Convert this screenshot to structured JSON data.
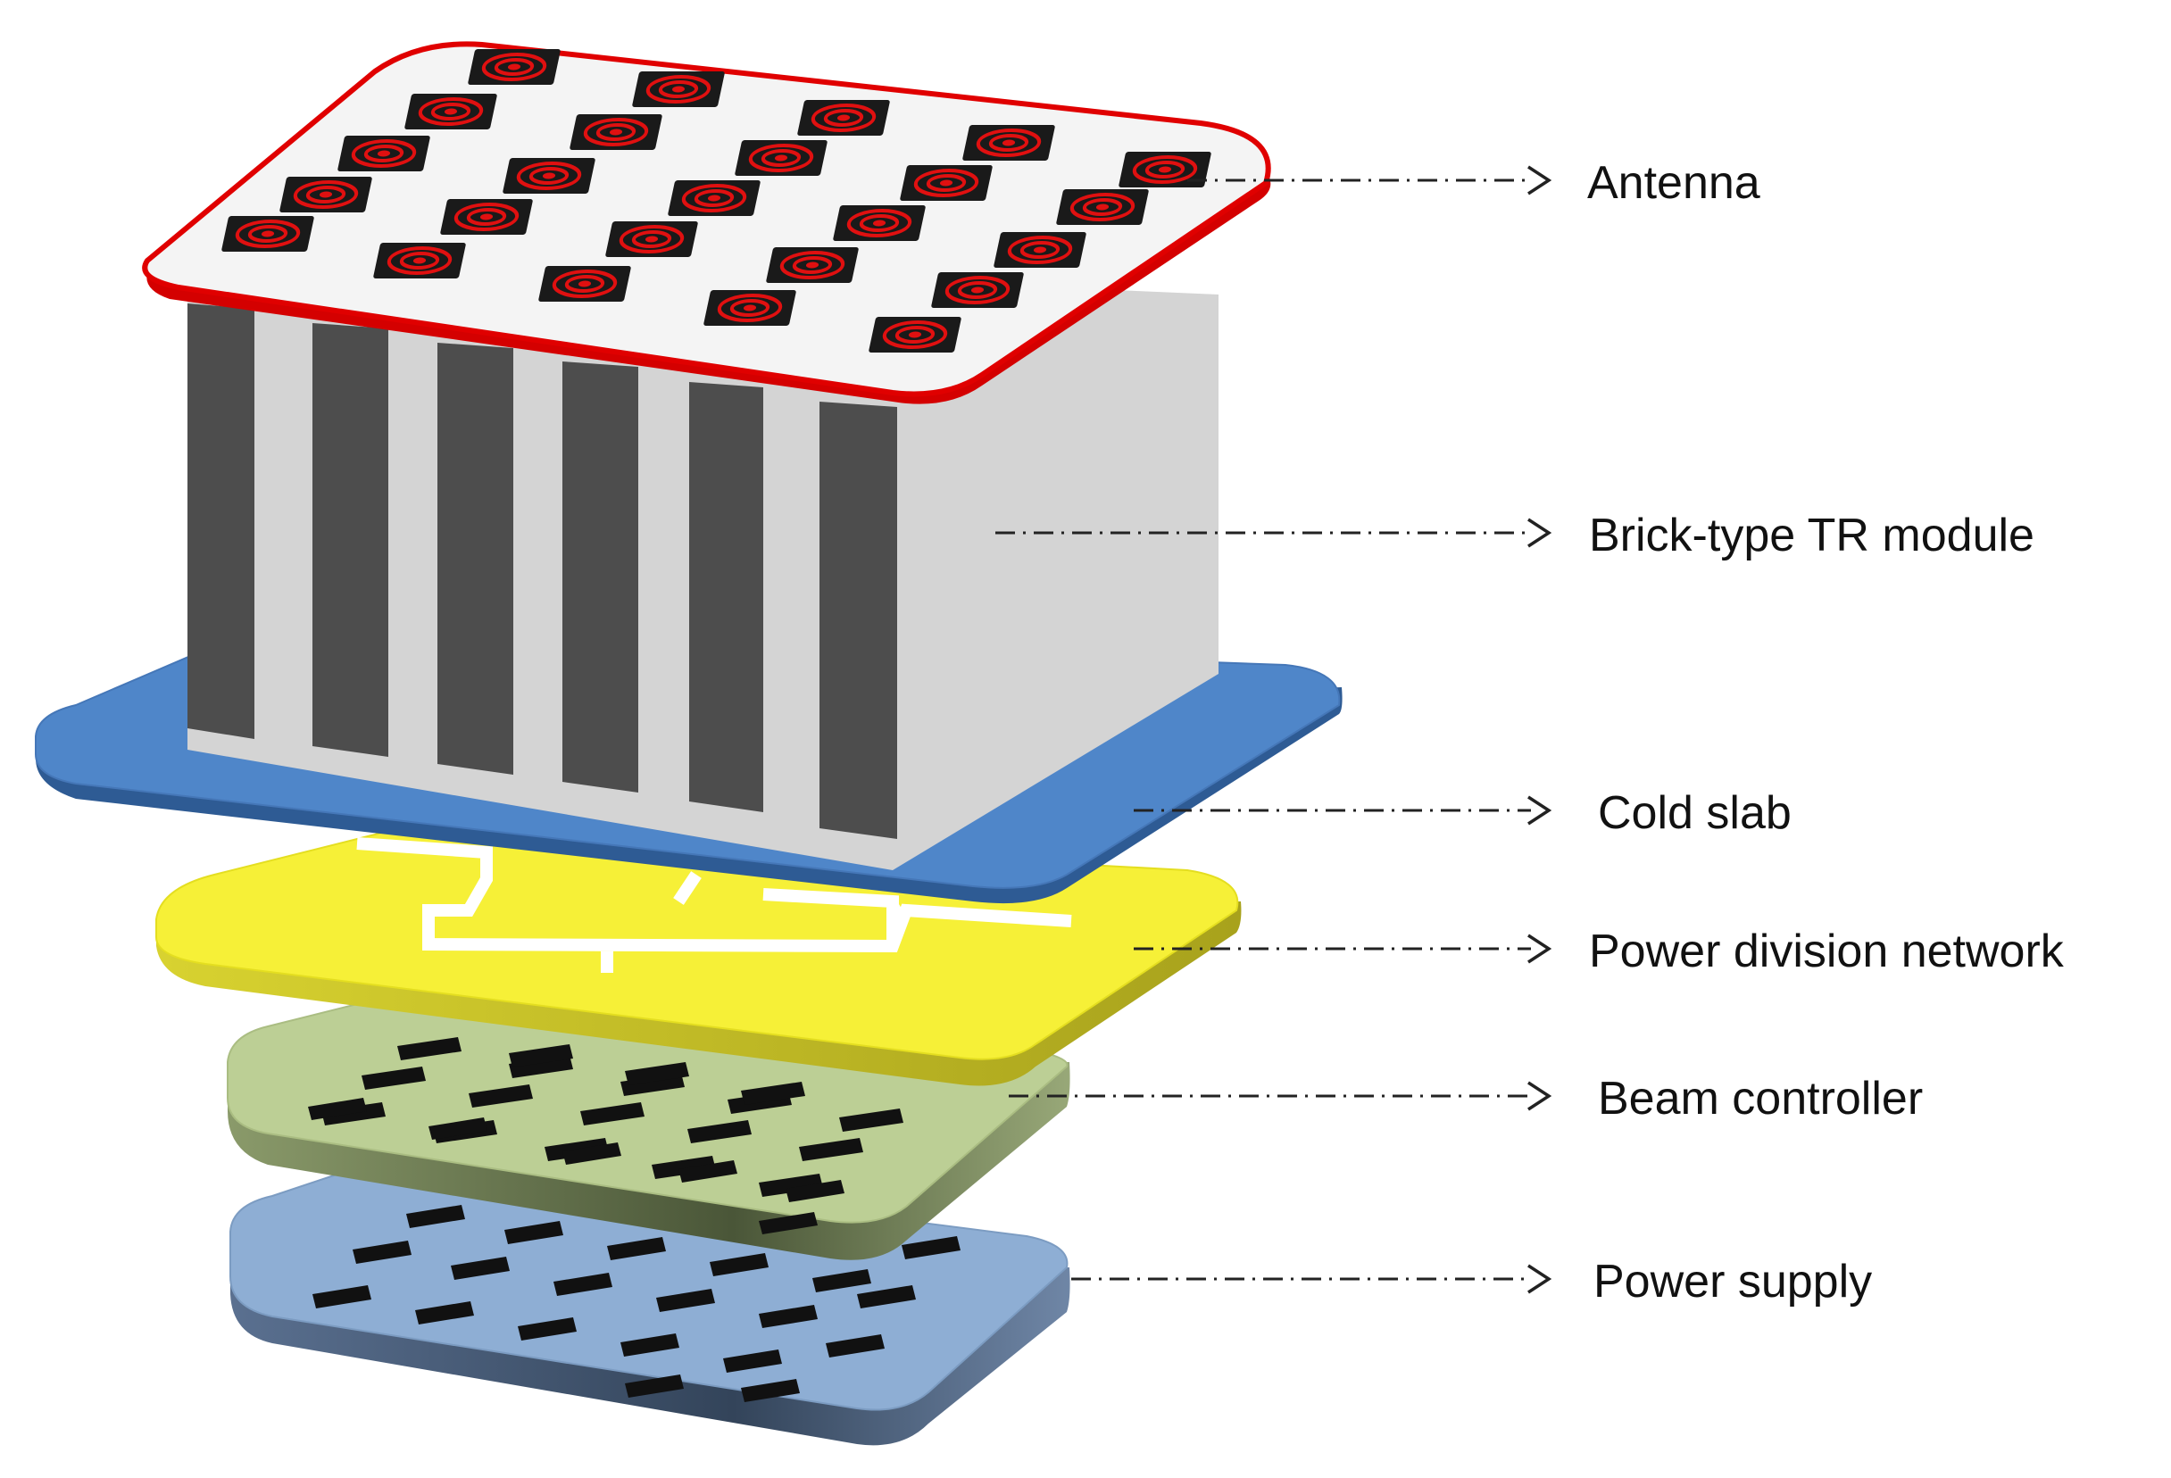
{
  "labels": {
    "antenna": "Antenna",
    "tr_module": "Brick-type TR module",
    "cold_slab": "Cold slab",
    "power_division": "Power division network",
    "beam_controller": "Beam controller",
    "power_supply": "Power supply"
  },
  "colors": {
    "antenna_border": "#e00000",
    "antenna_board": "#f4f4f4",
    "antenna_chip": "#1a1a1a",
    "antenna_ring": "#e01010",
    "tr_module_front": "#d4d4d4",
    "tr_module_dark": "#4d4d4d",
    "cold_slab_top": "#4f86c9",
    "cold_slab_side": "#2e5b94",
    "power_division_top": "#f6f037",
    "power_division_side": "#b8b222",
    "power_division_trace": "#ffffff",
    "beam_controller_top": "#bccf95",
    "beam_controller_side": "#5c6845",
    "power_supply_top": "#8eaed4",
    "power_supply_side": "#3d4e64",
    "chip": "#111111"
  }
}
